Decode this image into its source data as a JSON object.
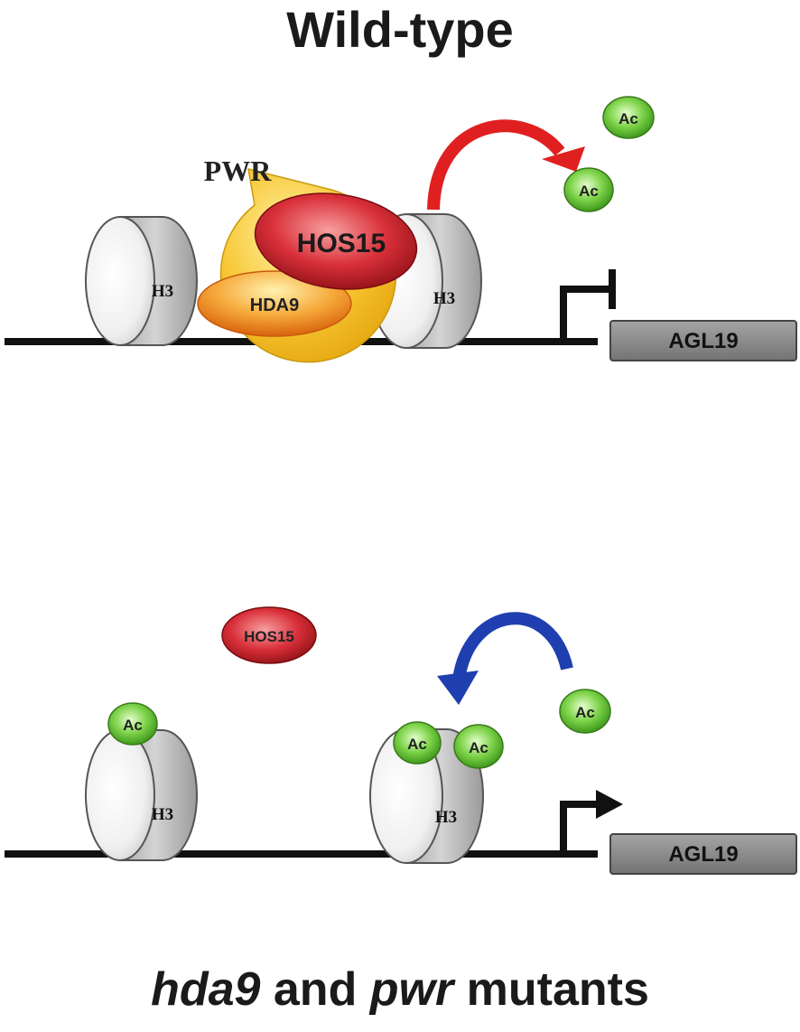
{
  "panels": {
    "top": {
      "title": "Wild-type",
      "complex": {
        "pwr": "PWR",
        "hos15": "HOS15",
        "hda9": "HDA9"
      },
      "nucleosome_labels": [
        "H3",
        "H3"
      ],
      "free_acetyl": [
        "Ac",
        "Ac"
      ],
      "gene": "AGL19",
      "promoter_state": "repressed",
      "arrow_color": "#e02020"
    },
    "bottom": {
      "title_parts": [
        {
          "text": "hda9",
          "italic": true
        },
        {
          "text": " and ",
          "italic": false
        },
        {
          "text": "pwr",
          "italic": true
        },
        {
          "text": " mutants",
          "italic": false
        }
      ],
      "free_hos15": "HOS15",
      "nucleosome_labels": [
        "H3",
        "H3"
      ],
      "bound_acetyl": [
        "Ac",
        "Ac",
        "Ac"
      ],
      "free_acetyl": [
        "Ac"
      ],
      "gene": "AGL19",
      "promoter_state": "active",
      "arrow_color": "#1f3fb0"
    }
  },
  "colors": {
    "pwr": "#f7c531",
    "hos15": "#d9303a",
    "hda9": "#f08a1e",
    "acetyl": "#7ed34a",
    "histone": "#c8c8c8",
    "gene_box": "#8a8a8a"
  }
}
